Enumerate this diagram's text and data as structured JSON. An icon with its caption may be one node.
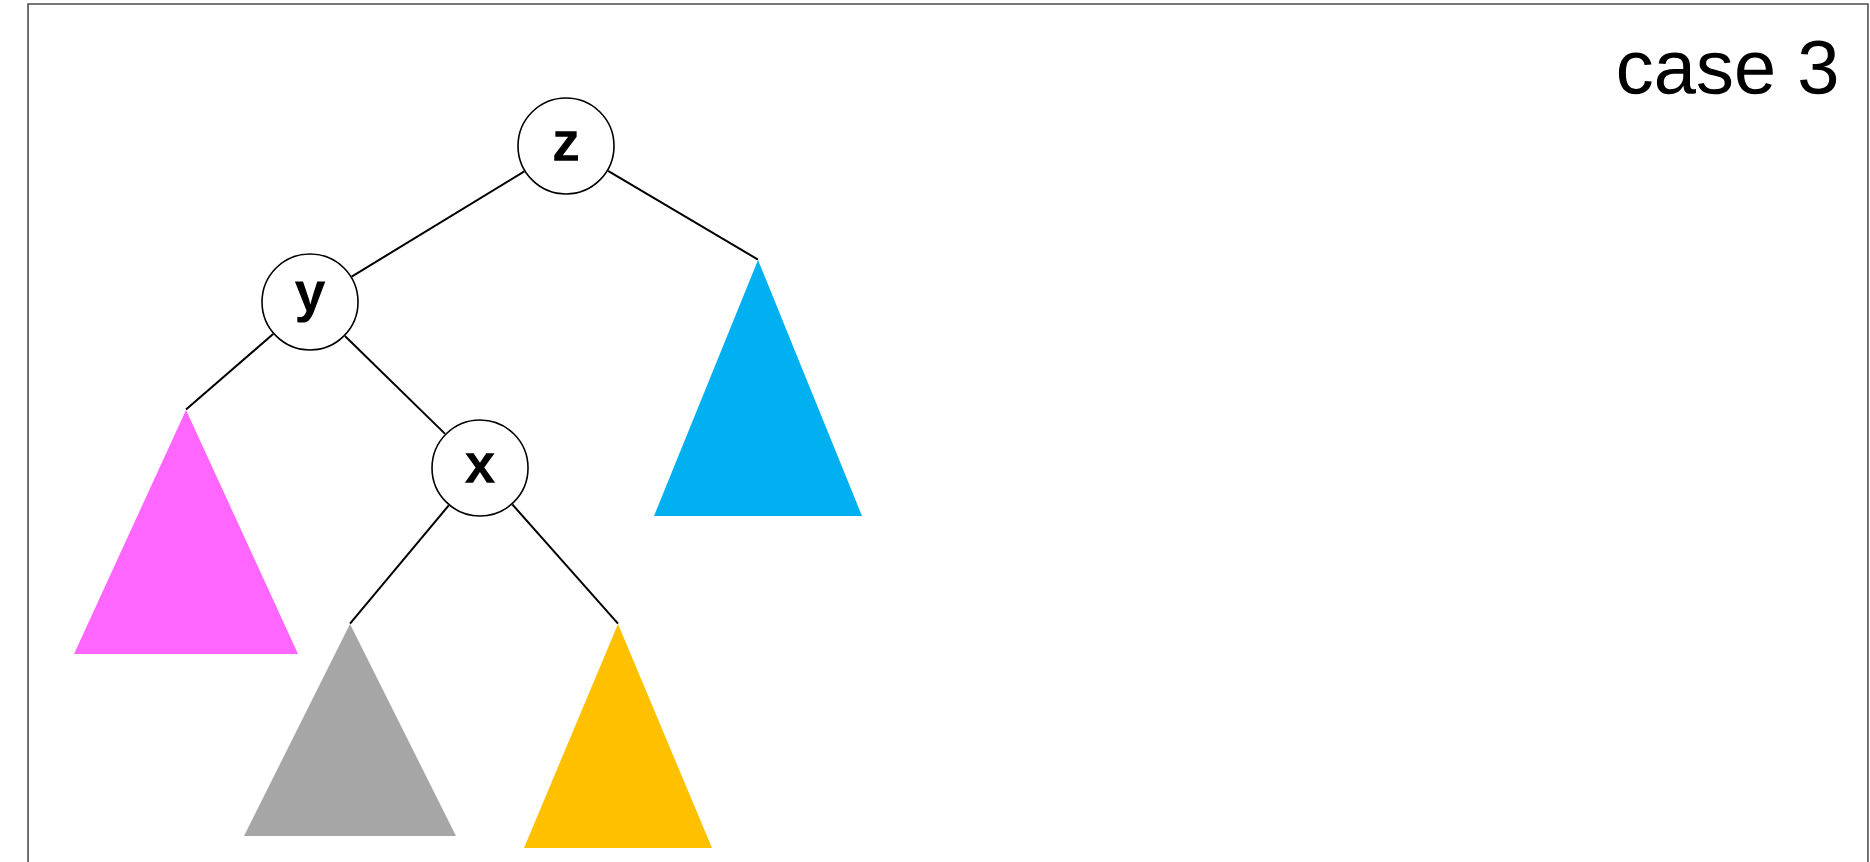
{
  "diagram": {
    "nodes": [
      {
        "text": [
          "z"
        ]
      },
      {
        "text": [
          "y"
        ]
      },
      {
        "text": [],
        "shape": "triangle"
      },
      {
        "text": [],
        "shape": "triangle"
      },
      {
        "text": [
          "x"
        ]
      },
      {
        "text": [],
        "shape": "triangle"
      },
      {
        "text": [],
        "shape": "triangle"
      }
    ],
    "edges": [
      {
        "from": 0,
        "to": 1,
        "arrow": "none"
      },
      {
        "from": 0,
        "to": 2,
        "arrow": "none"
      },
      {
        "from": 1,
        "to": 3,
        "arrow": "none"
      },
      {
        "from": 1,
        "to": 4,
        "arrow": "none"
      },
      {
        "from": 4,
        "to": 5,
        "arrow": "none"
      },
      {
        "from": 4,
        "to": 6,
        "arrow": "none"
      }
    ],
    "labels": [
      "case 3"
    ]
  }
}
